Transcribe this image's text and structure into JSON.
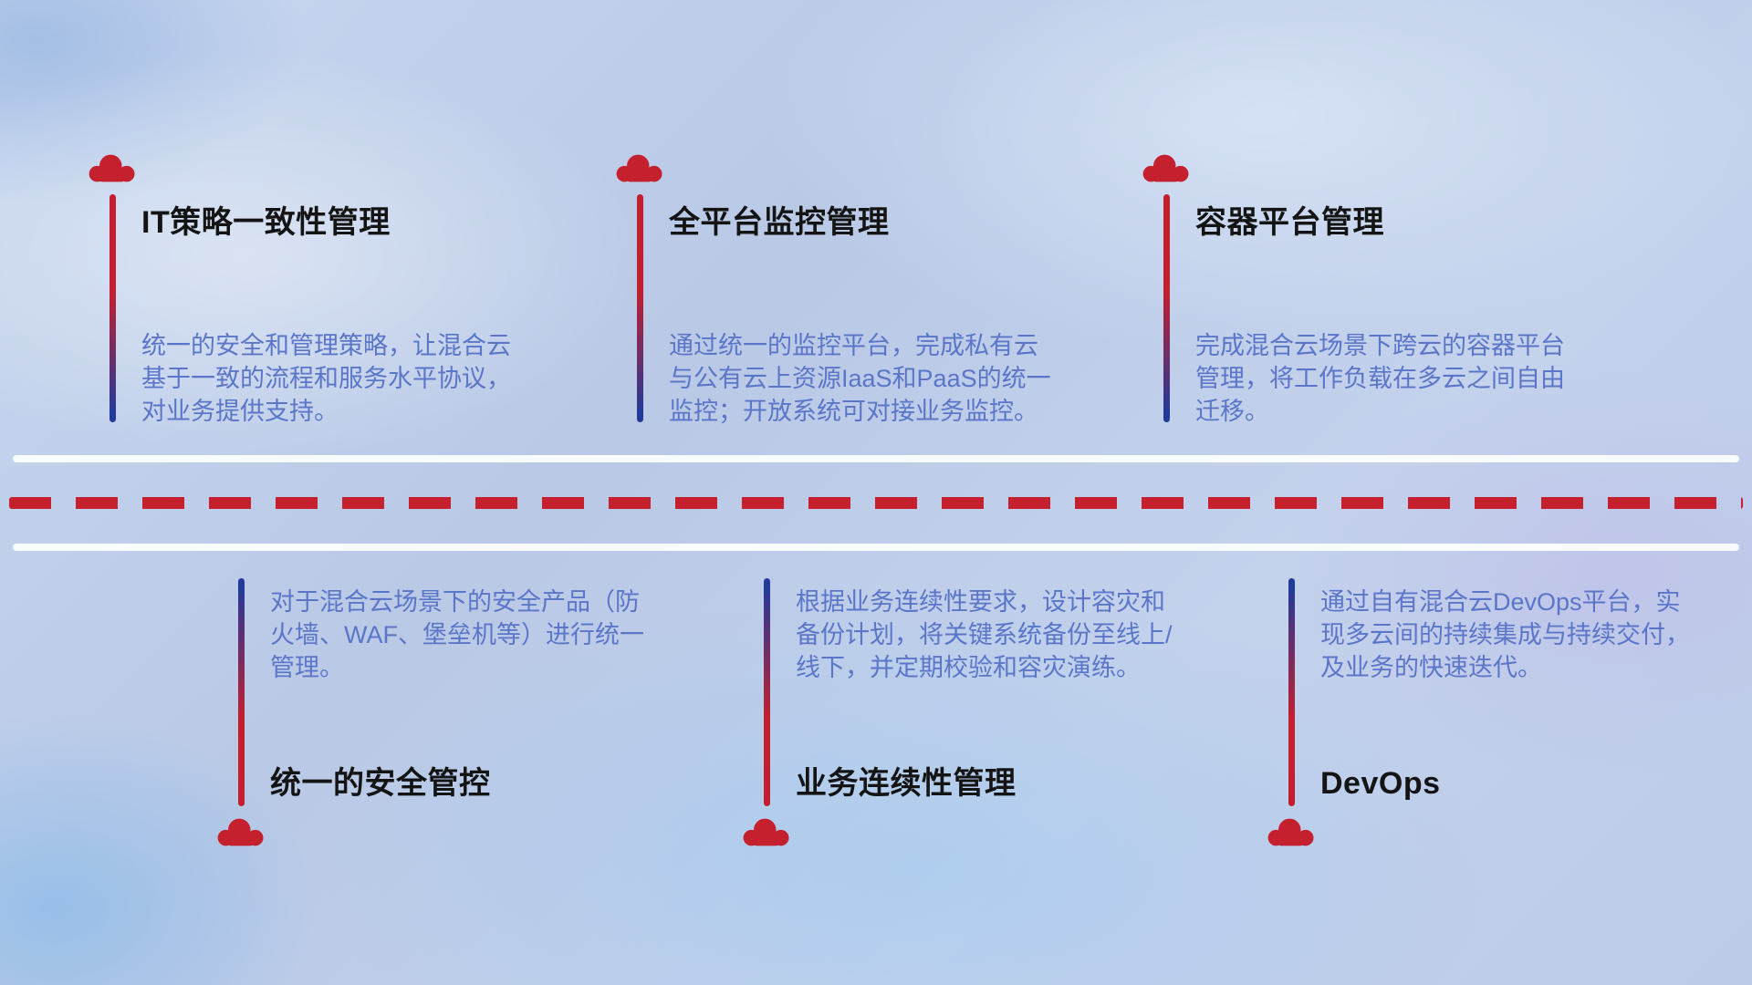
{
  "colors": {
    "accent_red": "#c5202e",
    "accent_blue": "#223a99",
    "title_color": "#141414",
    "desc_color": "#5b76c8"
  },
  "icons": {
    "cloud": "cloud-icon"
  },
  "top_items": [
    {
      "title": "IT策略一致性管理",
      "desc": "统一的安全和管理策略，让混合云基于一致的流程和服务水平协议，对业务提供支持。"
    },
    {
      "title": "全平台监控管理",
      "desc": "通过统一的监控平台，完成私有云与公有云上资源IaaS和PaaS的统一监控；开放系统可对接业务监控。"
    },
    {
      "title": "容器平台管理",
      "desc": "完成混合云场景下跨云的容器平台管理，将工作负载在多云之间自由迁移。"
    }
  ],
  "bottom_items": [
    {
      "title": "统一的安全管控",
      "desc": "对于混合云场景下的安全产品（防火墙、WAF、堡垒机等）进行统一管理。"
    },
    {
      "title": "业务连续性管理",
      "desc": "根据业务连续性要求，设计容灾和备份计划，将关键系统备份至线上/线下，并定期校验和容灾演练。"
    },
    {
      "title": "DevOps",
      "desc": "通过自有混合云DevOps平台，实现多云间的持续集成与持续交付，及业务的快速迭代。"
    }
  ]
}
